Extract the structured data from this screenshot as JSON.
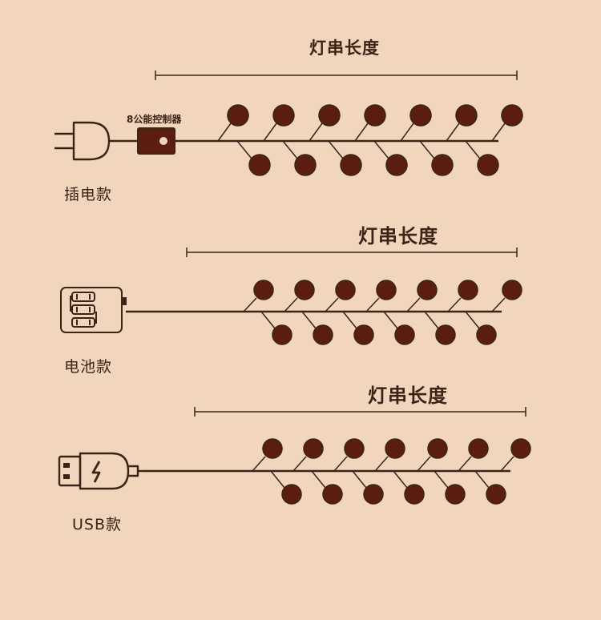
{
  "sections": [
    {
      "title": "灯串长度",
      "label": "插电款",
      "controller_label": "8公能控制器",
      "icon": "plug-icon",
      "controller_icon": "controller-box-icon"
    },
    {
      "title": "灯串长度",
      "label": "电池款",
      "icon": "battery-box-icon"
    },
    {
      "title": "灯串长度",
      "label": "USB款",
      "icon": "usb-plug-icon"
    }
  ],
  "colors": {
    "background": "#f1d5bd",
    "ink": "#3a2416",
    "bulb": "#5b1d10"
  }
}
